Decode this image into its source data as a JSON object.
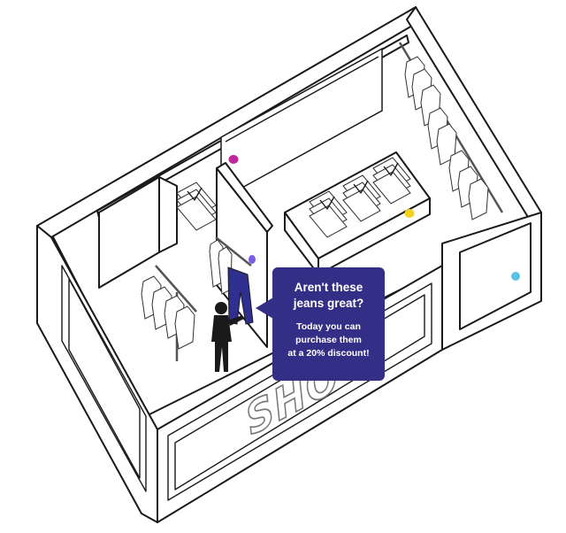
{
  "speech_bubble": {
    "headline_line1": "Aren't these",
    "headline_line2": "jeans great?",
    "offer_line1": "Today you can",
    "offer_line2": "purchase them",
    "offer_line3": "at a 20% discount!"
  },
  "storefront_sign": "SHO",
  "colors": {
    "bubble": "#332f86",
    "beacon_magenta": "#c0269b",
    "beacon_yellow": "#f2d21b",
    "beacon_purple": "#7b5ce6",
    "beacon_cyan": "#5bc2e7",
    "jeans": "#2f2f8f",
    "outline": "#1a1a1a"
  },
  "icons": [
    "beacon-icon",
    "person-icon",
    "hanging-shirt-icon",
    "folded-shirt-icon",
    "jeans-icon"
  ]
}
